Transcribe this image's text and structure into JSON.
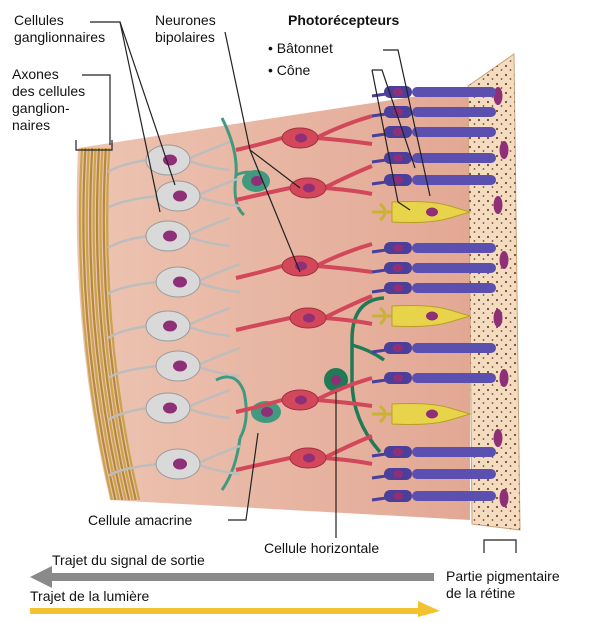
{
  "labels": {
    "ganglion_cells": "Cellules\nganglionnaires",
    "bipolar_neurons": "Neurones\nbipolaires",
    "photoreceptors_title": "Photorécepteurs",
    "rod": "• Bâtonnet",
    "cone": "• Cône",
    "ganglion_axons": "Axones\ndes cellules\nganglion-\nnaires",
    "amacrine_cell": "Cellule amacrine",
    "horizontal_cell": "Cellule horizontale",
    "pigment_part": "Partie pigmentaire\nde la rétine",
    "output_signal_path": "Trajet du signal de sortie",
    "light_path": "Trajet de la lumière"
  },
  "colors": {
    "tissue": "#e7b6a4",
    "nerve_fibers": "#c9a24a",
    "ganglion_cell": "#d9d9d9",
    "nucleus": "#8e2f78",
    "bipolar_cell": "#d2475a",
    "rod": "#4b3f9c",
    "cone": "#e8d44a",
    "amacrine": "#3f9a7e",
    "horizontal": "#1f7a55",
    "pigment_layer": "#f3dcc0",
    "output_arrow": "#8a8a8a",
    "light_arrow": "#f2c230"
  }
}
